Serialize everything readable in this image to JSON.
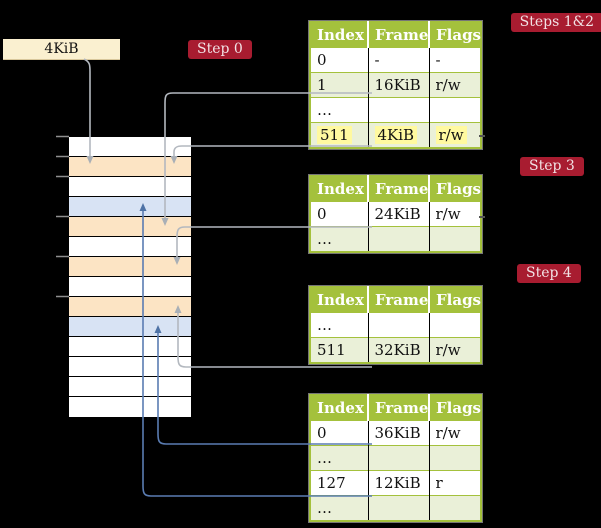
{
  "colors": {
    "background": "#000000",
    "table_header_green": "#a4c13c",
    "table_row_shade": "#eaf0d8",
    "table_row_white": "#ffffff",
    "highlight_yellow": "#fff9a0",
    "memory_white": "#ffffff",
    "memory_peach": "#fce4c4",
    "memory_blue": "#d8e3f4",
    "label_red": "#a81c30",
    "label_text": "#f2e2e5",
    "gray_arrow": "#b3b8bf",
    "blue_arrow": "#5a7cb2",
    "frame_box_fill": "#faf0d0"
  },
  "frame_size_box": {
    "label": "4KiB"
  },
  "step_labels": {
    "step0": "Step 0",
    "steps12": "Steps 1&2",
    "step3": "Step 3",
    "step4": "Step 4"
  },
  "memory": {
    "rows": [
      {
        "color": "white"
      },
      {
        "color": "peach"
      },
      {
        "color": "white"
      },
      {
        "color": "blue"
      },
      {
        "color": "peach"
      },
      {
        "color": "white"
      },
      {
        "color": "peach"
      },
      {
        "color": "white"
      },
      {
        "color": "peach"
      },
      {
        "color": "blue"
      },
      {
        "color": "white"
      },
      {
        "color": "white"
      },
      {
        "color": "white"
      },
      {
        "color": "white"
      }
    ]
  },
  "tables": [
    {
      "id": "t1",
      "headers": [
        "Index",
        "Frame",
        "Flags"
      ],
      "rows": [
        {
          "cells": [
            "0",
            "-",
            "-"
          ],
          "shade": false,
          "highlight": false
        },
        {
          "cells": [
            "1",
            "16KiB",
            "r/w"
          ],
          "shade": true,
          "highlight": false
        },
        {
          "cells": [
            "…",
            "",
            ""
          ],
          "shade": false,
          "highlight": false
        },
        {
          "cells": [
            "511",
            "4KiB",
            "r/w"
          ],
          "shade": true,
          "highlight": true
        }
      ]
    },
    {
      "id": "t2",
      "headers": [
        "Index",
        "Frame",
        "Flags"
      ],
      "rows": [
        {
          "cells": [
            "0",
            "24KiB",
            "r/w"
          ],
          "shade": false,
          "highlight": false
        },
        {
          "cells": [
            "…",
            "",
            ""
          ],
          "shade": true,
          "highlight": false
        }
      ]
    },
    {
      "id": "t3",
      "headers": [
        "Index",
        "Frame",
        "Flags"
      ],
      "rows": [
        {
          "cells": [
            "…",
            "",
            ""
          ],
          "shade": false,
          "highlight": false
        },
        {
          "cells": [
            "511",
            "32KiB",
            "r/w"
          ],
          "shade": true,
          "highlight": false
        }
      ]
    },
    {
      "id": "t4",
      "headers": [
        "Index",
        "Frame",
        "Flags"
      ],
      "rows": [
        {
          "cells": [
            "0",
            "36KiB",
            "r/w"
          ],
          "shade": false,
          "highlight": false
        },
        {
          "cells": [
            "…",
            "",
            ""
          ],
          "shade": true,
          "highlight": false
        },
        {
          "cells": [
            "127",
            "12KiB",
            "r"
          ],
          "shade": false,
          "highlight": false
        },
        {
          "cells": [
            "…",
            "",
            ""
          ],
          "shade": true,
          "highlight": false
        }
      ]
    }
  ]
}
